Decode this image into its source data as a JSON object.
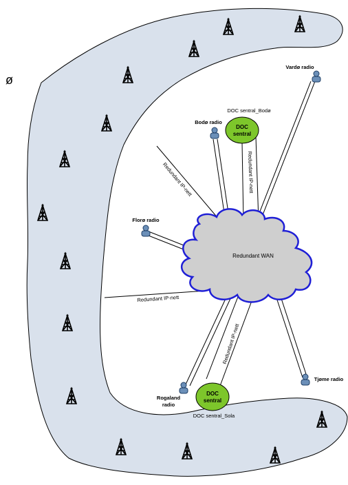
{
  "colors": {
    "coast_fill": "#d9e1ec",
    "cloud_fill": "#cfcfcf",
    "cloud_stroke": "#1f1fd6",
    "doc_fill": "#7dc62b",
    "radio_icon": "#6b8fb8"
  },
  "icons": {
    "tower": "radio-tower-icon",
    "radio": "radio-station-icon"
  },
  "stray_char": "ø",
  "wan": {
    "label": "Redundant WAN"
  },
  "doc_nodes": [
    {
      "label_line1": "DOC",
      "label_line2": "sentral",
      "caption": "DOC sentral_Bodø"
    },
    {
      "label_line1": "DOC",
      "label_line2": "sentral",
      "caption": "DOC sentral_Sola"
    }
  ],
  "radios": [
    {
      "name": "Vardø radio"
    },
    {
      "name": "Bodø radio"
    },
    {
      "name": "Florø radio"
    },
    {
      "name_line1": "Rogaland",
      "name_line2": "radio"
    },
    {
      "name": "Tjøme radio"
    }
  ],
  "link_labels": [
    {
      "text": "Redundant IP-nett"
    },
    {
      "text": "Redundant IP-nett"
    },
    {
      "text": "Redundant IP-nett"
    },
    {
      "text": "Redundant IP-nett"
    }
  ]
}
